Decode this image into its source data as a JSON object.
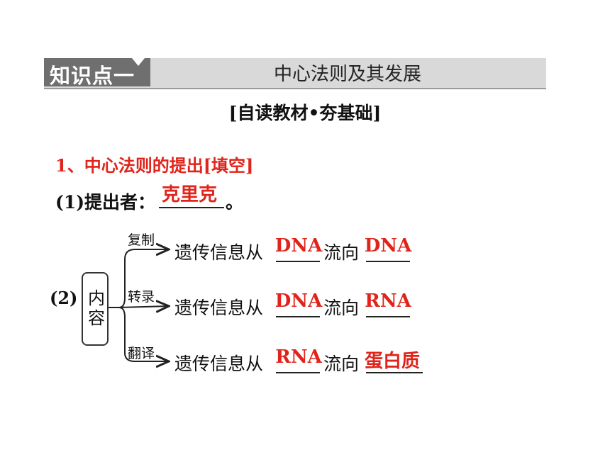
{
  "header": {
    "tag": "知识点一",
    "title": "中心法则及其发展"
  },
  "subheading": "[自读教材•夯基础]",
  "section1": {
    "title": "1、中心法则的提出[填空]"
  },
  "item1": {
    "prefix": "(1)提出者：",
    "answer": "克里克",
    "suffix": "。"
  },
  "item2": {
    "label": "(2)",
    "box_text": [
      "内",
      "容"
    ],
    "rows": [
      {
        "branch": "复制",
        "text_a": "遗传信息从",
        "blank1": "DNA",
        "text_b": "流向",
        "blank2": "DNA"
      },
      {
        "branch": "转录",
        "text_a": "遗传信息从",
        "blank1": "DNA",
        "text_b": "流向",
        "blank2": "RNA"
      },
      {
        "branch": "翻译",
        "text_a": "遗传信息从",
        "blank1": "RNA",
        "text_b": "流向",
        "blank2": "蛋白质"
      }
    ]
  },
  "colors": {
    "answer_red": "#e0241b",
    "header_gray": "#d9d9d9",
    "tag_gray": "#6f6f6f"
  }
}
